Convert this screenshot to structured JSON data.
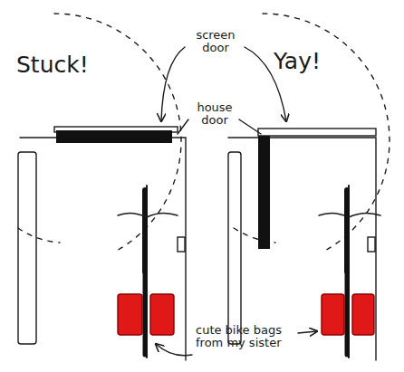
{
  "diagram": {
    "labels": [
      "Stuck!",
      "Yay!",
      "screen door",
      "house door",
      "cute bike bags from my sister"
    ]
  }
}
